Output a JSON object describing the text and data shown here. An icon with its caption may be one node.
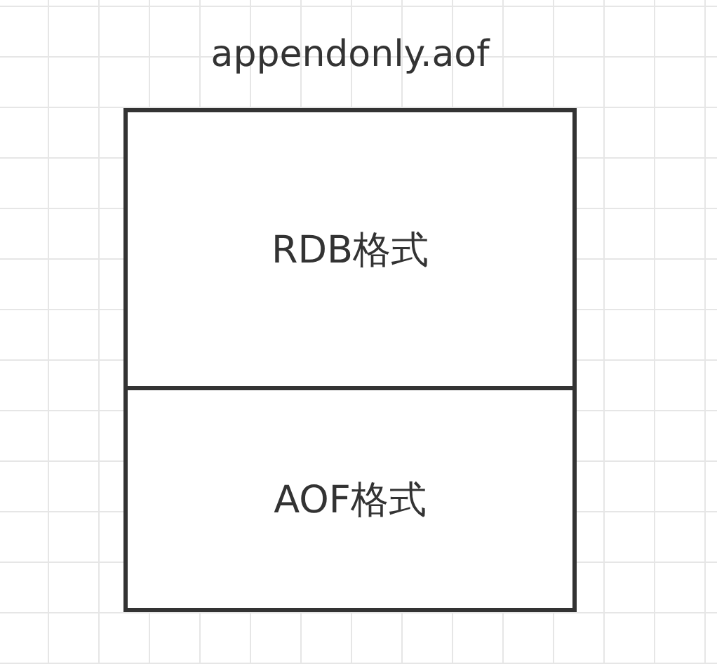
{
  "diagram": {
    "nodes": [
      {
        "text": [
          "appendonly.aof"
        ]
      },
      {
        "text": [
          "RDB格式"
        ],
        "in": 0
      },
      {
        "text": [
          "AOF格式"
        ],
        "in": 0
      }
    ]
  }
}
